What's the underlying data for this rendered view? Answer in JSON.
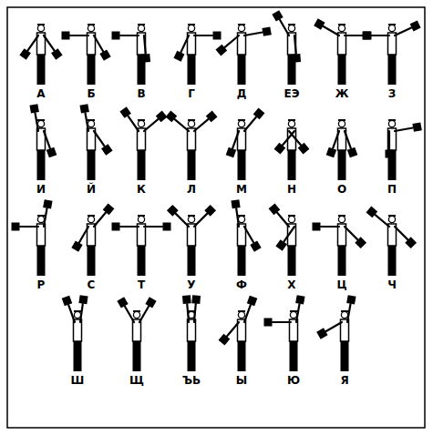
{
  "diagram": {
    "labels": [
      "А",
      "Б",
      "В",
      "Г",
      "Д",
      "ЕЭ",
      "Ж",
      "З",
      "И",
      "Й",
      "К",
      "Л",
      "М",
      "Н",
      "О",
      "П",
      "Р",
      "С",
      "Т",
      "У",
      "Ф",
      "Х",
      "Ц",
      "Ч",
      "Ш",
      "Щ",
      "ЪЬ",
      "Ы",
      "Ю",
      "Я"
    ]
  }
}
